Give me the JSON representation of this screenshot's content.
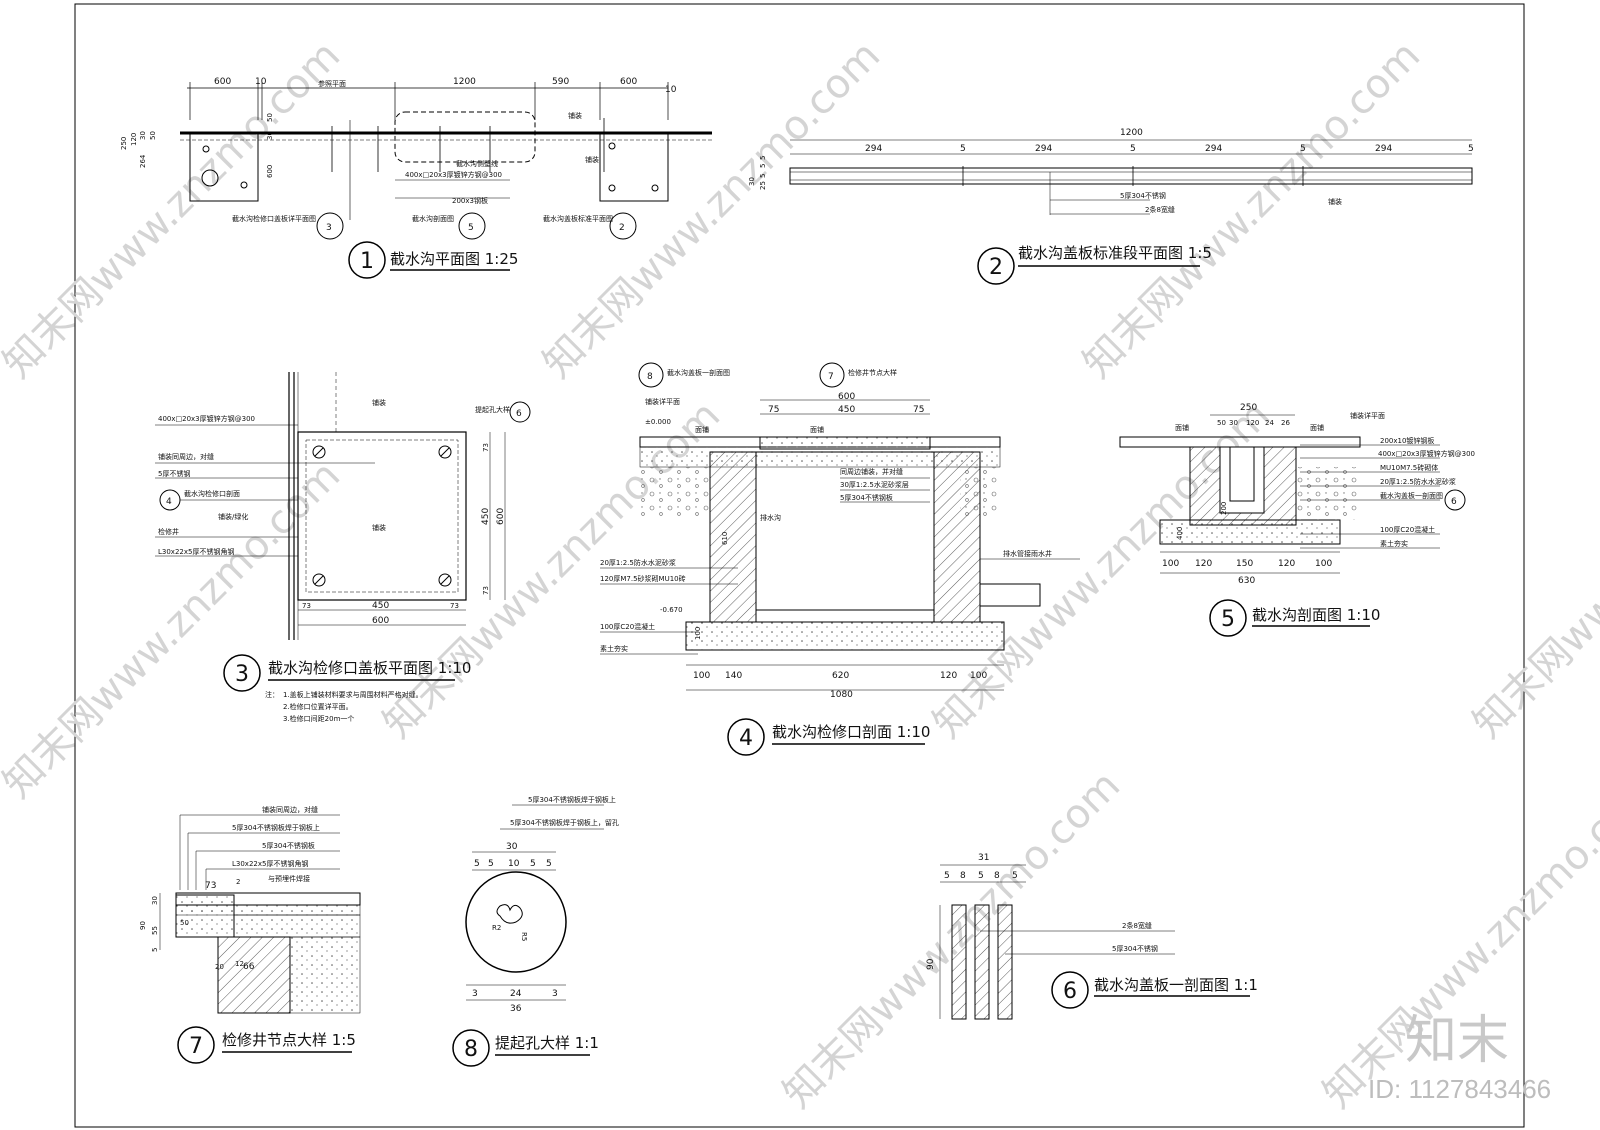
{
  "watermark": {
    "site": "知末网www.znzmo.com",
    "logo": "知末",
    "id": "ID: 1127843466"
  },
  "d1": {
    "num": "1",
    "title": "截水沟平面图 1:25",
    "dims_top": [
      "600",
      "10",
      "参照平面",
      "1200",
      "590",
      "600",
      "10"
    ],
    "dims_left": [
      "250",
      "120",
      "264",
      "30",
      "50",
      "600",
      "30",
      "50"
    ],
    "notes": [
      "铺装",
      "截水沟侧壁线",
      "400x□20x3厚镀锌方钢@300",
      "200x3钢板",
      "铺装"
    ],
    "refs": [
      {
        "label": "截水沟检修口盖板详平面图",
        "n": "3"
      },
      {
        "label": "截水沟剖面图",
        "n": "5"
      },
      {
        "label": "截水沟盖板标准平面图",
        "n": "2"
      }
    ]
  },
  "d2": {
    "num": "2",
    "title": "截水沟盖板标准段平面图 1:5",
    "total": "1200",
    "dims": [
      "294",
      "5",
      "294",
      "5",
      "294",
      "5",
      "294",
      "5"
    ],
    "left": [
      "30",
      "5",
      "5",
      "25",
      "5"
    ],
    "notes": [
      "5厚304不锈钢",
      "2条8宽缝",
      "铺装"
    ]
  },
  "d3": {
    "num": "3",
    "title": "截水沟检修口盖板平面图 1:10",
    "labels": [
      "400x□20x3厚镀锌方钢@300",
      "铺装同周边，对缝",
      "5厚不锈钢",
      "截水沟检修口剖面",
      "铺装/绿化",
      "检修井",
      "L30x22x5厚不锈钢角钢"
    ],
    "sec_ref": "4",
    "lift_ref": "6",
    "lift_label": "提起孔大样",
    "pave": [
      "铺装",
      "铺装"
    ],
    "dims_bottom": [
      "73",
      "450",
      "73",
      "600"
    ],
    "dims_right": [
      "73",
      "450",
      "73",
      "600"
    ],
    "notes": [
      "注：",
      "1.盖板上铺装材料要求与周围材料严格对缝。",
      "2.检修口位置详平面。",
      "3.检修口间距20m一个"
    ]
  },
  "d4": {
    "num": "4",
    "title": "截水沟检修口剖面 1:10",
    "refs": [
      {
        "n": "8",
        "label": "截水沟盖板一剖面图"
      },
      {
        "n": "7",
        "label": "检修井节点大样"
      }
    ],
    "elev_top": "±0.000",
    "elev_bot": "-0.670",
    "top_dims": [
      "600",
      "75",
      "450",
      "75"
    ],
    "labels": [
      "铺装详平面",
      "面铺",
      "面铺",
      "同周边铺装，并对缝",
      "30厚1:2.5水泥砂浆层",
      "5厚304不锈钢板",
      "排水沟",
      "排水管接雨水井",
      "20厚1:2.5防水水泥砂浆",
      "120厚M7.5砂浆砌MU10砖",
      "100厚C20混凝土",
      "素土夯实",
      "610",
      "100"
    ],
    "dims_bottom": [
      "100",
      "140",
      "620",
      "120",
      "100"
    ],
    "total": "1080"
  },
  "d5": {
    "num": "5",
    "title": "截水沟剖面图 1:10",
    "top": [
      "250",
      "50",
      "30",
      "120",
      "24",
      "26"
    ],
    "labels": [
      "面铺",
      "面铺",
      "铺装详平面",
      "200x10镀锌钢板",
      "400x□20x3厚镀锌方钢@300",
      "MU10M7.5砖砌体",
      "20厚1:2.5防水水泥砂浆",
      "截水沟盖板一剖面图",
      "100厚C20混凝土",
      "素土夯实",
      "400",
      "200"
    ],
    "ref": "6",
    "dims_bottom": [
      "100",
      "120",
      "150",
      "120",
      "100"
    ],
    "total": "630"
  },
  "d6": {
    "num": "6",
    "title": "截水沟盖板一剖面图 1:1",
    "total": "31",
    "dims": [
      "5",
      "8",
      "5",
      "8",
      "5"
    ],
    "height": "90",
    "labels": [
      "2条8宽缝",
      "5厚304不锈钢"
    ]
  },
  "d7": {
    "num": "7",
    "title": "检修井节点大样 1:5",
    "labels": [
      "铺装同周边，对缝",
      "5厚304不锈钢板焊于钢板上",
      "5厚304不锈钢板",
      "L30x22x5厚不锈钢角钢",
      "与预埋件焊接"
    ],
    "left": [
      "90",
      "30",
      "55",
      "5"
    ],
    "inner": [
      "73",
      "2",
      "50",
      "20",
      "12",
      "66"
    ]
  },
  "d8": {
    "num": "8",
    "title": "提起孔大样 1:1",
    "labels": [
      "5厚304不锈钢板焊于钢板上",
      "5厚304不锈钢板焊于钢板上，留孔"
    ],
    "top_total": "30",
    "top": [
      "5",
      "5",
      "10",
      "5",
      "5"
    ],
    "radii": [
      "R2",
      "R5"
    ],
    "bottom": [
      "3",
      "24",
      "3"
    ],
    "total": "36"
  }
}
